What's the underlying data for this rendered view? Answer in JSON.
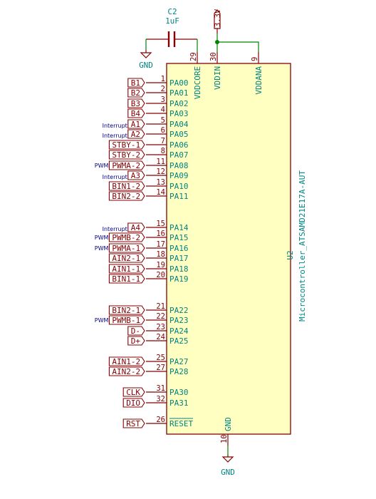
{
  "colors": {
    "wire": "#008400",
    "pin": "#840000",
    "body_fill": "#ffffc2",
    "body_stroke": "#840000",
    "pin_name": "#008484",
    "annotation": "#000084",
    "power": "#840000"
  },
  "capacitor": {
    "ref": "C2",
    "value": "1uF"
  },
  "power": {
    "gnd_top": "GND",
    "vcc": "3.3V",
    "gnd_bottom": "GND"
  },
  "ic": {
    "ref": "U2",
    "value": "Microcontroller_ATSAMD21E17A-AUT",
    "top_pins": [
      {
        "name": "VDDCORE",
        "num": "29"
      },
      {
        "name": "VDDIN",
        "num": "30"
      },
      {
        "name": "VDDANA",
        "num": "9"
      }
    ],
    "bottom_pin": {
      "name": "GND",
      "num": "10"
    },
    "left_pins": [
      {
        "name": "PA00",
        "num": "1",
        "net": "B1",
        "note": ""
      },
      {
        "name": "PA01",
        "num": "2",
        "net": "B2",
        "note": ""
      },
      {
        "name": "PA02",
        "num": "3",
        "net": "B3",
        "note": ""
      },
      {
        "name": "PA03",
        "num": "4",
        "net": "B4",
        "note": ""
      },
      {
        "name": "PA04",
        "num": "5",
        "net": "A1",
        "note": "Interrupt"
      },
      {
        "name": "PA05",
        "num": "6",
        "net": "A2",
        "note": "Interrupt"
      },
      {
        "name": "PA06",
        "num": "7",
        "net": "STBY-1",
        "note": ""
      },
      {
        "name": "PA07",
        "num": "8",
        "net": "STBY-2",
        "note": ""
      },
      {
        "name": "PA08",
        "num": "11",
        "net": "PWMA-2",
        "note": "PWM"
      },
      {
        "name": "PA09",
        "num": "12",
        "net": "A3",
        "note": "Interrupt"
      },
      {
        "name": "PA10",
        "num": "13",
        "net": "BIN1-2",
        "note": ""
      },
      {
        "name": "PA11",
        "num": "14",
        "net": "BIN2-2",
        "note": ""
      },
      {
        "name": "PA14",
        "num": "15",
        "net": "A4",
        "note": "Interrupt"
      },
      {
        "name": "PA15",
        "num": "16",
        "net": "PWMB-2",
        "note": "PWM"
      },
      {
        "name": "PA16",
        "num": "17",
        "net": "PWMA-1",
        "note": "PWM"
      },
      {
        "name": "PA17",
        "num": "18",
        "net": "AIN2-1",
        "note": ""
      },
      {
        "name": "PA18",
        "num": "19",
        "net": "AIN1-1",
        "note": ""
      },
      {
        "name": "PA19",
        "num": "20",
        "net": "BIN1-1",
        "note": ""
      },
      {
        "name": "PA22",
        "num": "21",
        "net": "BIN2-1",
        "note": ""
      },
      {
        "name": "PA23",
        "num": "22",
        "net": "PWMB-1",
        "note": "PWM"
      },
      {
        "name": "PA24",
        "num": "23",
        "net": "D-",
        "note": ""
      },
      {
        "name": "PA25",
        "num": "24",
        "net": "D+",
        "note": ""
      },
      {
        "name": "PA27",
        "num": "25",
        "net": "AIN1-2",
        "note": ""
      },
      {
        "name": "PA28",
        "num": "27",
        "net": "AIN2-2",
        "note": ""
      },
      {
        "name": "PA30",
        "num": "31",
        "net": "CLK",
        "note": ""
      },
      {
        "name": "PA31",
        "num": "32",
        "net": "DIO",
        "note": ""
      },
      {
        "name": "RESET",
        "num": "26",
        "net": "RST",
        "note": ""
      }
    ]
  }
}
